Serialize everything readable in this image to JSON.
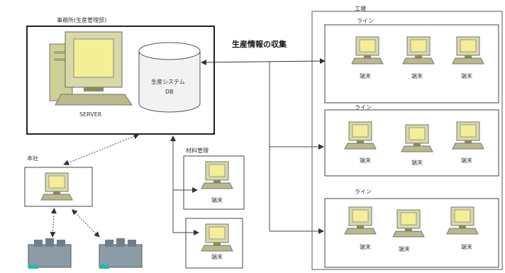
{
  "office": {
    "title": "事務所(生産管理部)",
    "server_label": "SERVER",
    "db_label_line1": "生産システム",
    "db_label_line2": "DB"
  },
  "flow_label": "生産情報の収集",
  "factory": {
    "title": "工場",
    "line_label": "ライン",
    "terminal_label": "端末"
  },
  "head_office": {
    "title": "本社"
  },
  "materials": {
    "title": "材料管理",
    "terminal_label": "端末"
  },
  "colors": {
    "pc_body": "#d9d9a8",
    "pc_screen": "#f4ee96",
    "pc_keyboard": "#b9b98a",
    "pc_stand": "#8a8a5c",
    "printer": "#8c9ca6",
    "printer_accent": "#2bb7a4",
    "line": "#444444"
  },
  "icons": [
    "server-computer-icon",
    "database-icon",
    "terminal-pc-icon",
    "printer-icon"
  ]
}
